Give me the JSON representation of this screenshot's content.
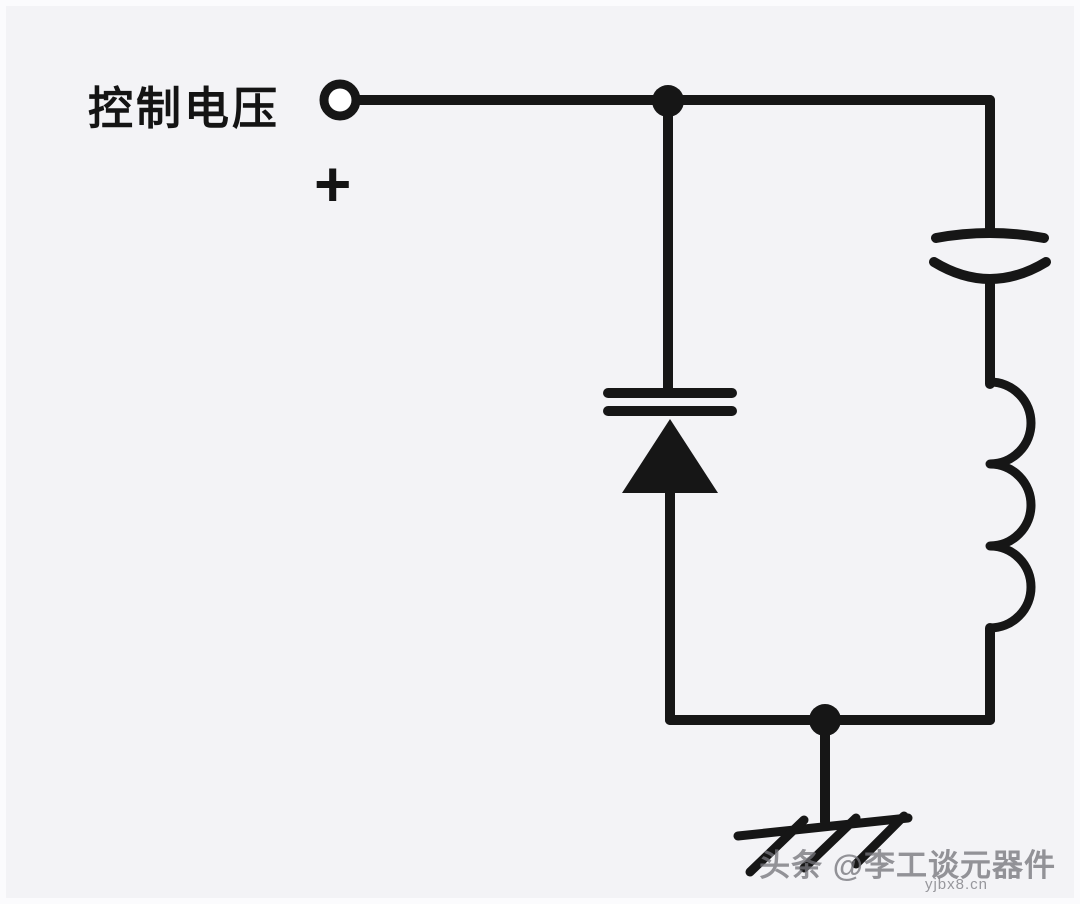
{
  "labels": {
    "control_voltage": "控制电压",
    "polarity": "+"
  },
  "watermark": {
    "credit": "头条 @李工谈元器件",
    "url": "yjbx8.cn"
  },
  "colors": {
    "background": "#f3f3f6",
    "ink": "#161616",
    "watermark_gray": "#76767c"
  },
  "components": {
    "terminal": "control-voltage-input-terminal",
    "varactor": "varactor-diode",
    "capacitor": "coupling-capacitor",
    "inductor": "inductor-coil",
    "ground": "ground-symbol"
  }
}
